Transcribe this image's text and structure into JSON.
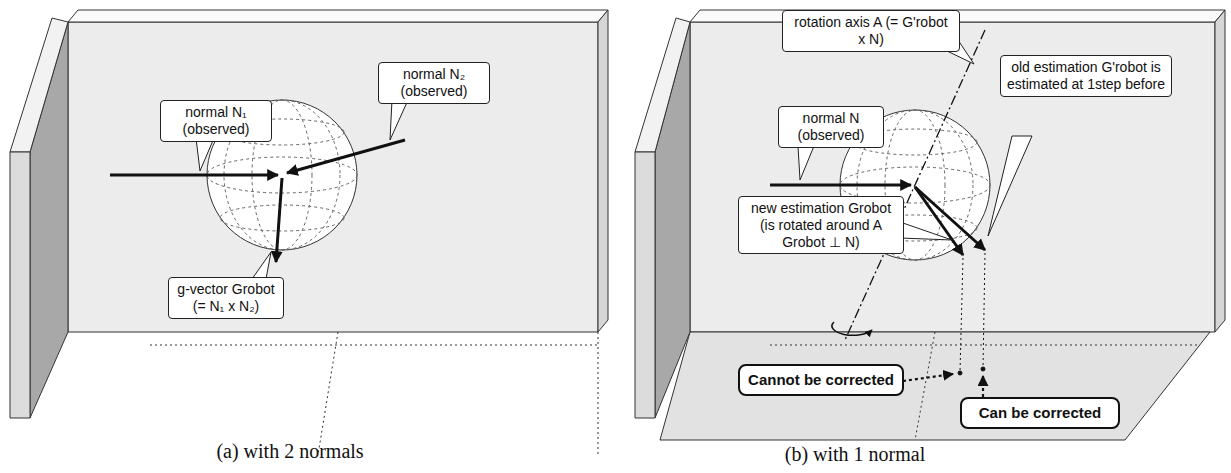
{
  "diagram": {
    "nodes": [
      {
        "text": [
          "normal N₂ (observed)"
        ]
      },
      {
        "text": [
          "normal N₁ (observed)"
        ]
      },
      {
        "text": [
          "g-vector Grobot (= N₁ x N₂)"
        ]
      },
      {
        "text": [
          "rotation axis A (= G'robot x N)"
        ]
      },
      {
        "text": [
          "old estimation G'robot is estimated at 1step before"
        ]
      },
      {
        "text": [
          "normal N (observed)"
        ]
      },
      {
        "text": [
          "new estimation Grobot (is rotated around A Grobot ⊥ N)"
        ]
      },
      {
        "text": [
          "Cannot be corrected"
        ]
      },
      {
        "text": [
          "Can be corrected"
        ]
      }
    ],
    "labels": [
      "(a) with 2 normals",
      "(b) with 1 normal"
    ]
  }
}
